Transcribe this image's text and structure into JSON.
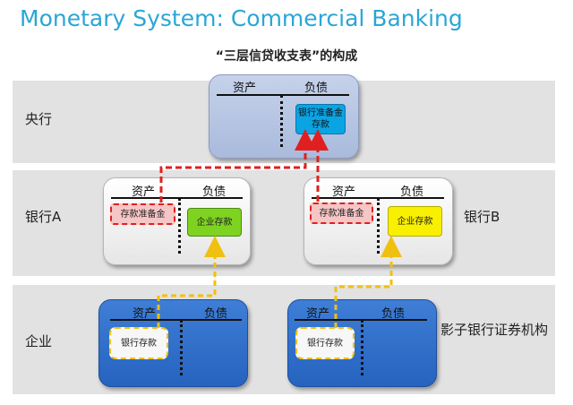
{
  "title": "Monetary System: Commercial Banking",
  "subtitle": "“三层信贷收支表”的构成",
  "rows": {
    "central_bank": "央行",
    "bank_a": "银行A",
    "bank_b": "银行B",
    "enterprise": "企业",
    "shadow_bank": "影子银行证券机构"
  },
  "columns": {
    "assets": "资产",
    "liabilities": "负债"
  },
  "items": {
    "cb_reserve_deposit": "银行准备金存款",
    "reserve": "存款准备金",
    "enterprise_deposit": "企业存款",
    "bank_deposit": "银行存款"
  },
  "colors": {
    "title": "#2aa6d6",
    "red_arrow": "#e02020",
    "yellow_arrow": "#f0c010",
    "enterprise_box": "#2f6fcc",
    "central_bank_box": "#b5c4e2"
  }
}
